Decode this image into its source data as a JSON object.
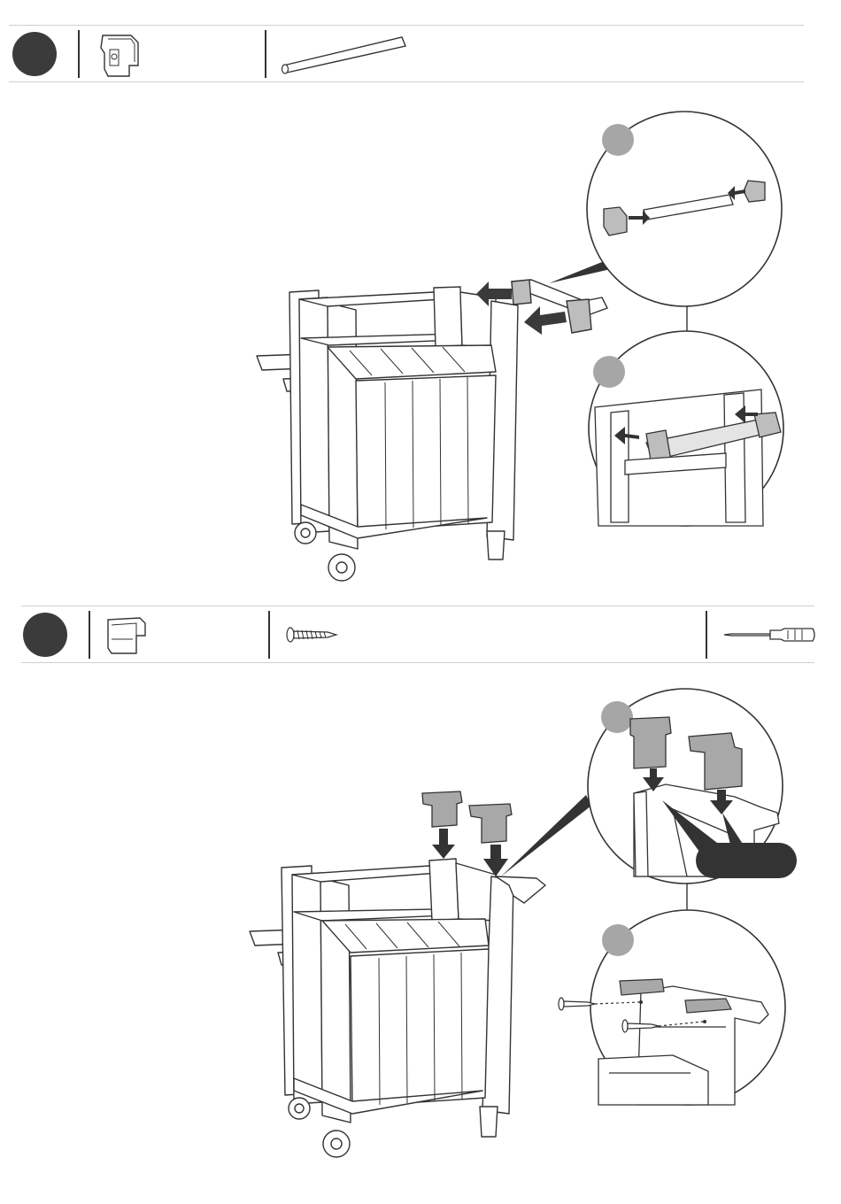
{
  "page": {
    "kind": "assembly-instructions",
    "colors": {
      "ink": "#333333",
      "badge": "#3b3b3b",
      "detail_badge": "#a6a6a6",
      "rule": "#cfcfcf",
      "part_fill": "#9a9a9a",
      "arrow": "#3a3a3a",
      "label_bg": "#333333"
    }
  },
  "steps": [
    {
      "parts": [
        {
          "icon": "bracket-clip-icon"
        },
        {
          "icon": "rod-icon"
        }
      ],
      "illustration": "cart-handle-rod-attach",
      "details": [
        {
          "badge": "detail-badge",
          "illustration": "rod-into-brackets"
        },
        {
          "badge": "detail-badge",
          "illustration": "handle-onto-frame"
        }
      ]
    },
    {
      "parts": [
        {
          "icon": "cap-block-icon"
        },
        {
          "icon": "screw-icon"
        },
        {
          "icon": "screwdriver-icon"
        }
      ],
      "illustration": "cart-caps-screw-fasten",
      "details": [
        {
          "badge": "detail-badge",
          "illustration": "caps-onto-posts",
          "callout": ""
        },
        {
          "badge": "detail-badge",
          "illustration": "screws-into-caps"
        }
      ]
    }
  ]
}
